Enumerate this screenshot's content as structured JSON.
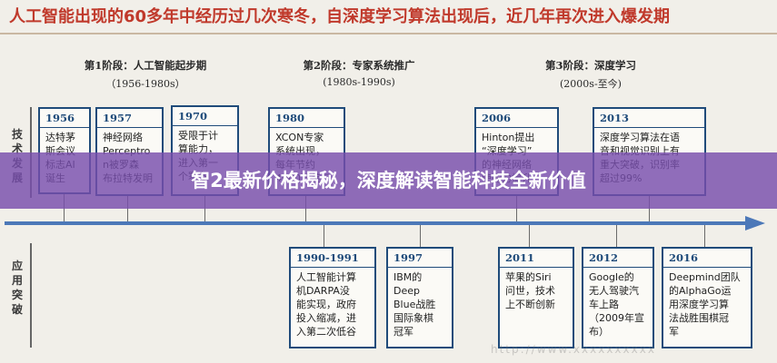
{
  "headline": "人工智能出现的60多年中经历过几次寒冬，自深度学习算法出现后，近几年再次进入爆发期",
  "phases": [
    {
      "title": "第1阶段：人工智能起步期",
      "range": "（1956-1980s）"
    },
    {
      "title": "第2阶段：专家系统推广",
      "range": "(1980s-1990s)"
    },
    {
      "title": "第3阶段：深度学习",
      "range": "(2000s-至今)"
    }
  ],
  "side_labels": {
    "top": "技术发展",
    "bottom": "应用突破"
  },
  "tech_cards": [
    {
      "year": "1956",
      "text": "达特茅\n斯会议\n标志AI\n诞生"
    },
    {
      "year": "1957",
      "text": "神经网络\nPerceptro\nn被罗森\n布拉特发明"
    },
    {
      "year": "1970",
      "text": "受限于计\n算能力，\n进入第一\n个寒冬"
    },
    {
      "year": "1980",
      "text": "XCON专家\n系统出现，\n每年节约\n4000万美元"
    },
    {
      "year": "2006",
      "text": "Hinton提出\n“深度学习”\n的神经网络\n使能力提升"
    },
    {
      "year": "2013",
      "text": "深度学习算法在语\n音和视觉识别上有\n重大突破，识别率\n超过99%"
    }
  ],
  "app_cards": [
    {
      "year": "1990-1991",
      "text": "人工智能计算\n机DARPA没\n能实现，政府\n投入缩减，进\n入第二次低谷"
    },
    {
      "year": "1997",
      "text": "IBM的\nDeep\nBlue战胜\n国际象棋\n冠军"
    },
    {
      "year": "2011",
      "text": "苹果的Siri\n问世，技术\n上不断创新"
    },
    {
      "year": "2012",
      "text": "Google的\n无人驾驶汽\n车上路\n（2009年宣\n布）"
    },
    {
      "year": "2016",
      "text": "Deepmind团队\n的AlphaGo运\n用深度学习算\n法战胜围棋冠\n军"
    }
  ],
  "banner_text": "智2最新价格揭秘，深度解读智能科技全新价值",
  "watermark": "http://www.xxxxxxxxxx"
}
